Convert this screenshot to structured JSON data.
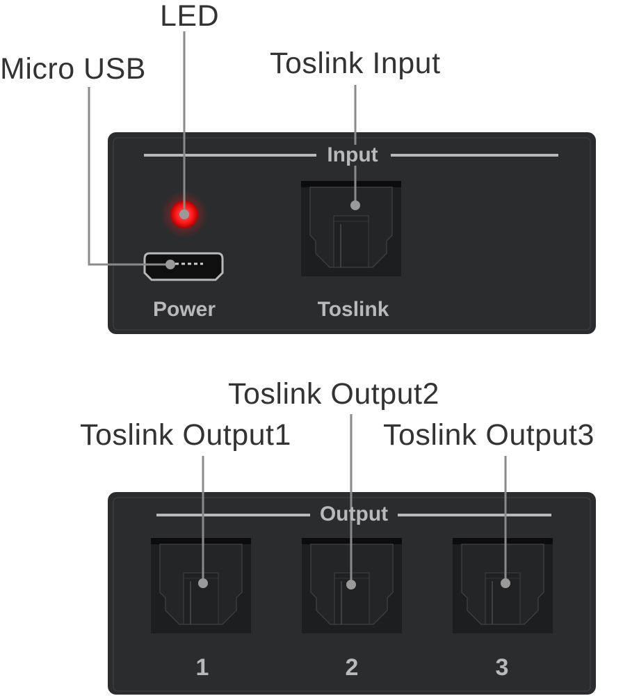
{
  "callouts": {
    "led": "LED",
    "micro_usb": "Micro USB",
    "toslink_input": "Toslink Input",
    "toslink_output1": "Toslink Output1",
    "toslink_output2": "Toslink Output2",
    "toslink_output3": "Toslink Output3"
  },
  "input_panel": {
    "header": "Input",
    "power_label": "Power",
    "toslink_label": "Toslink",
    "led_color": "#ff1a1a"
  },
  "output_panel": {
    "header": "Output",
    "ports": [
      "1",
      "2",
      "3"
    ]
  },
  "colors": {
    "panel": "#2b2c2e",
    "text_on_panel": "#b9b9b9",
    "callout_line": "#8a8a8a"
  }
}
